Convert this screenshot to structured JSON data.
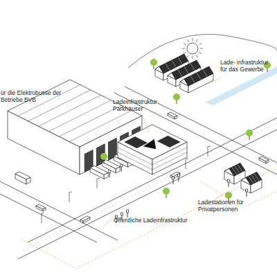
{
  "diagram": {
    "labels": [
      "ür die Elektrobusse der Betriebe BVB",
      "Ladeinfrastruktur Parkhäuser",
      "Lade- infrastruktur für das Gewerbe",
      "Ladestationen für Privatpersonen",
      "Öffentliche Ladeinfrastruktur"
    ]
  }
}
